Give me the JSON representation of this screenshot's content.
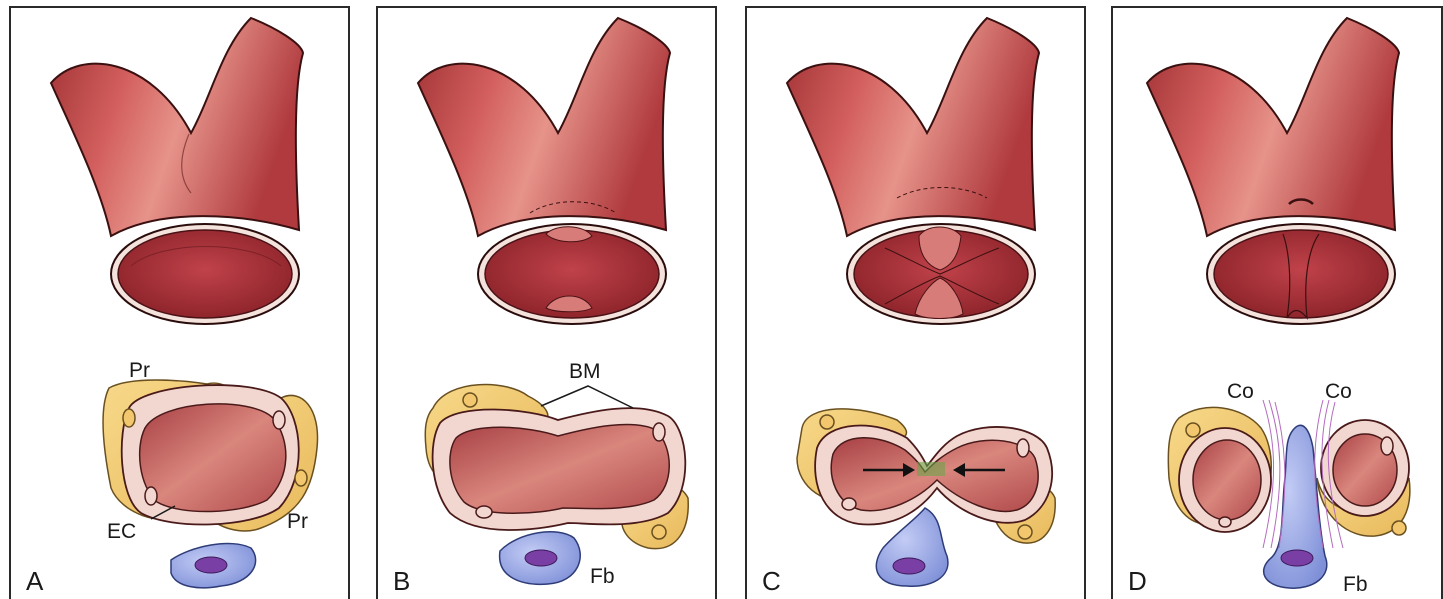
{
  "panels": [
    {
      "letter": "A",
      "labels": {
        "pr1": "Pr",
        "pr2": "Pr",
        "ec": "EC"
      }
    },
    {
      "letter": "B",
      "labels": {
        "bm": "BM",
        "fb": "Fb"
      }
    },
    {
      "letter": "C",
      "labels": {}
    },
    {
      "letter": "D",
      "labels": {
        "co1": "Co",
        "co2": "Co",
        "fb": "Fb"
      }
    }
  ],
  "colors": {
    "vessel_outer": "#c9504f",
    "vessel_dark": "#8e2a2c",
    "lumen": "#a8323a",
    "endothelium": "#f0d6cf",
    "pericyte": "#f2c76e",
    "fibroblast": "#8f9fe0",
    "nucleus": "#7a3fa4",
    "collagen": "#b46cc0"
  }
}
